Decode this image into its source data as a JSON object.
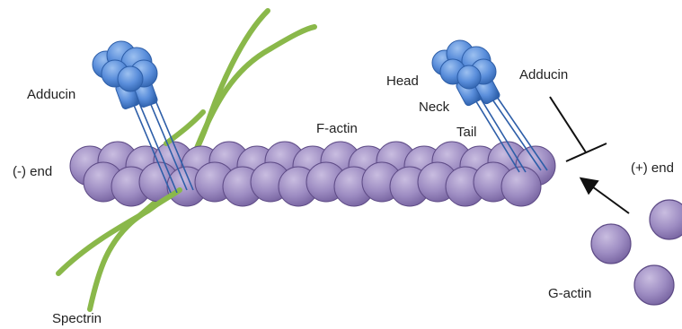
{
  "labels": {
    "adducin_left": "Adducin",
    "f_actin": "F-actin",
    "minus_end": "(-) end",
    "head": "Head",
    "neck": "Neck",
    "tail": "Tail",
    "adducin_right": "Adducin",
    "plus_end": "(+) end",
    "g_actin": "G-actin",
    "spectrin": "Spectrin"
  },
  "colors": {
    "actin_fill": "#9d8cc2",
    "actin_stroke": "#5e4b86",
    "spectrin": "#8ab84a",
    "adducin_blue": "#4f84d2",
    "adducin_dark": "#2d5ea8",
    "arrow": "#111111"
  }
}
